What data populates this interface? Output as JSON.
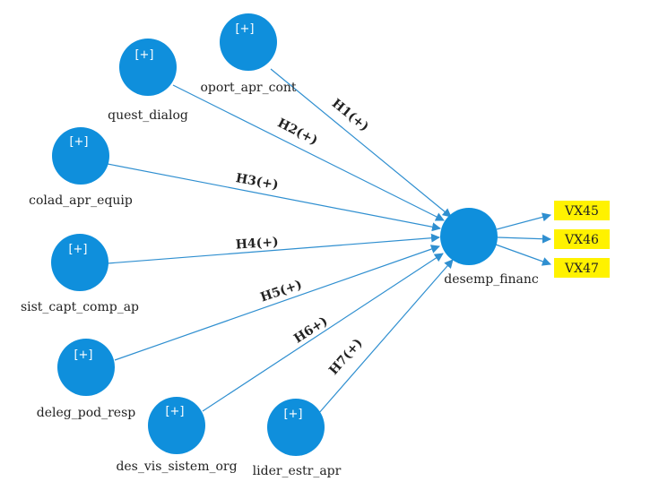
{
  "nodes": {
    "oport_apr_cont": {
      "label": "oport_apr_cont",
      "marker": "[+]"
    },
    "quest_dialog": {
      "label": "quest_dialog",
      "marker": "[+]"
    },
    "colad_apr_equip": {
      "label": "colad_apr_equip",
      "marker": "[+]"
    },
    "sist_capt_comp_ap": {
      "label": "sist_capt_comp_ap",
      "marker": "[+]"
    },
    "deleg_pod_resp": {
      "label": "deleg_pod_resp",
      "marker": "[+]"
    },
    "des_vis_sistem_org": {
      "label": "des_vis_sistem_org",
      "marker": "[+]"
    },
    "lider_estr_apr": {
      "label": "lider_estr_apr",
      "marker": "[+]"
    },
    "desemp_financ": {
      "label": "desemp_financ"
    }
  },
  "hypotheses": {
    "h1": "H1(+)",
    "h2": "H2(+)",
    "h3": "H3(+)",
    "h4": "H4(+)",
    "h5": "H5(+)",
    "h6": "H6+)",
    "h7": "H7(+)"
  },
  "indicators": {
    "vx45": "VX45",
    "vx46": "VX46",
    "vx47": "VX47"
  },
  "colors": {
    "node": "#0f8fdc",
    "edge": "#2f8fd0",
    "indicator": "#fff200"
  }
}
